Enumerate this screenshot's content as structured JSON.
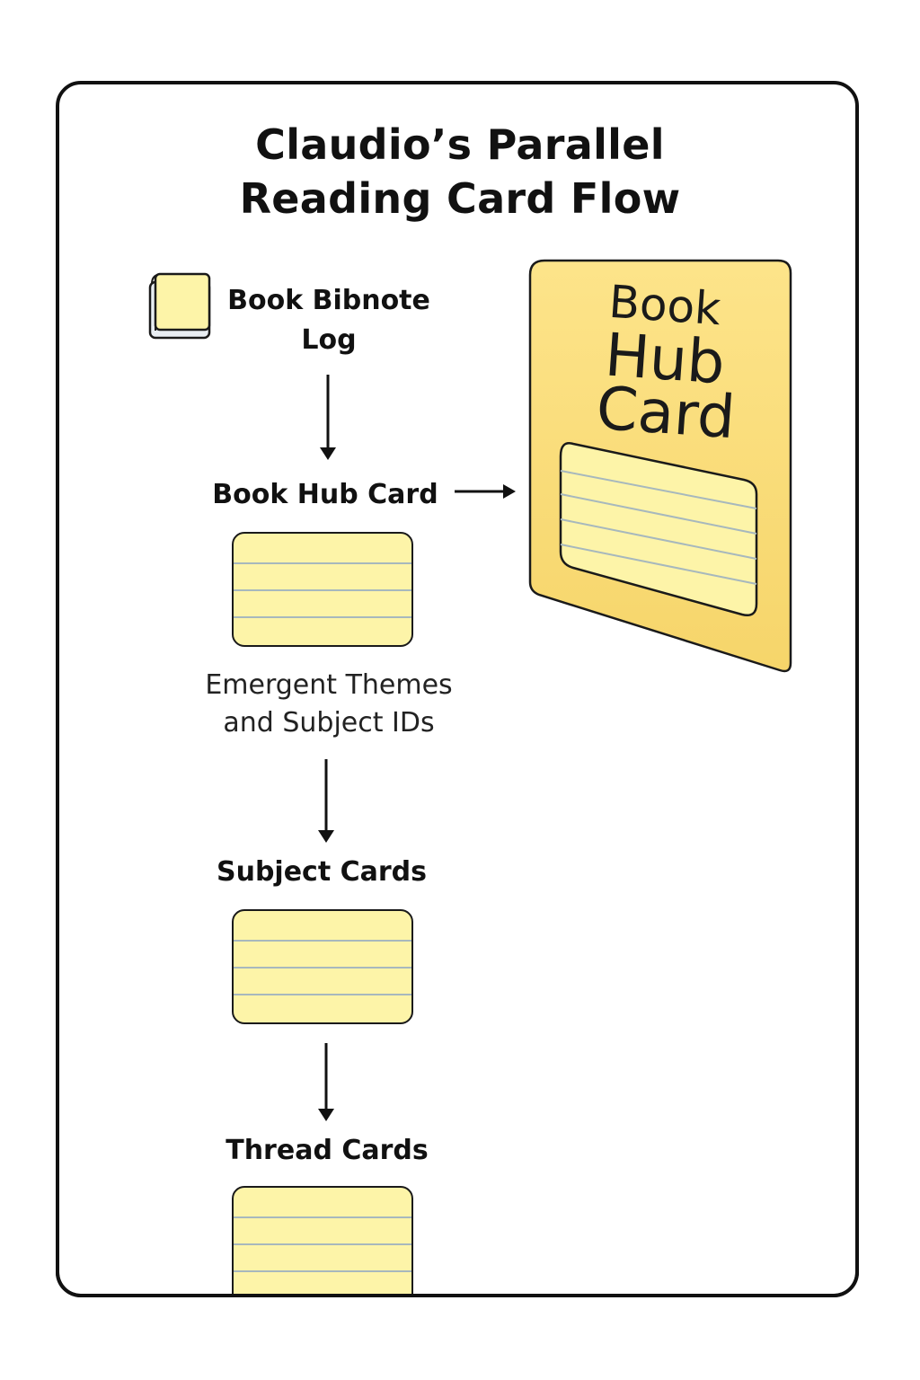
{
  "title": {
    "line1": "Claudio’s Parallel",
    "line2": "Reading Card Flow"
  },
  "flow": {
    "bibnote_log": {
      "icon": "book-icon",
      "line1": "Book Bibnote",
      "line2": "Log"
    },
    "hub_card": {
      "label": "Book Hub Card"
    },
    "emergent": {
      "line1": "Emergent Themes",
      "line2": "and Subject IDs"
    },
    "subject_cards": {
      "label": "Subject Cards"
    },
    "thread_cards": {
      "label": "Thread Cards"
    }
  },
  "hub_illustration": {
    "word1": "Book",
    "word2": "Hub",
    "word3": "Card"
  },
  "colors": {
    "card_fill": "#fdf4a8",
    "card_rule": "#a7b8bd",
    "hub_fill": "#f9dc7a",
    "outline": "#111111"
  }
}
